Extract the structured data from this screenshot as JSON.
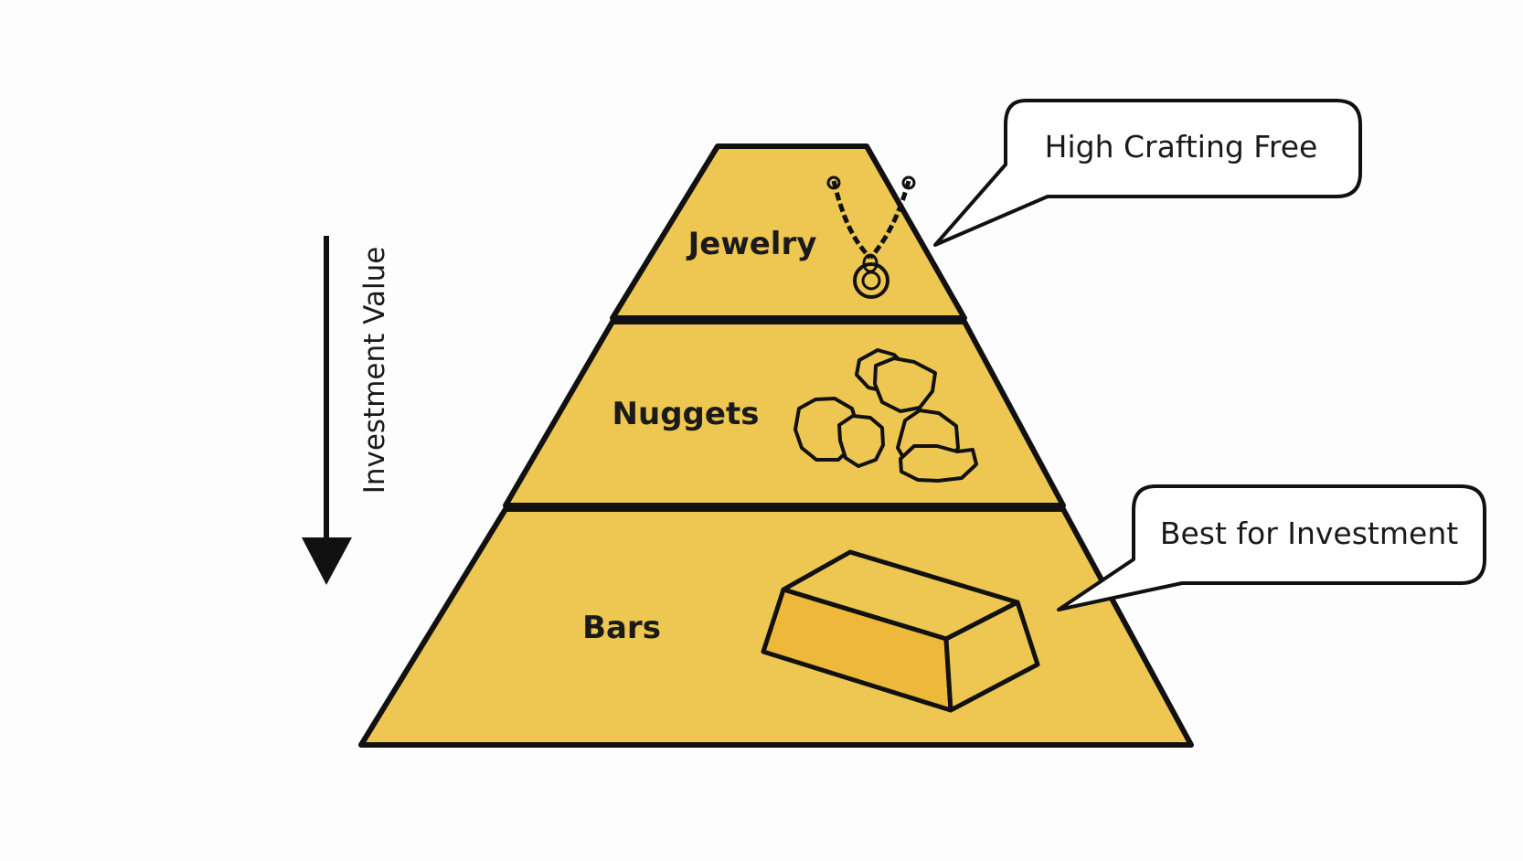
{
  "diagram": {
    "tiers": [
      {
        "label": "Jewelry",
        "icon": "necklace-icon"
      },
      {
        "label": "Nuggets",
        "icon": "nuggets-icon"
      },
      {
        "label": "Bars",
        "icon": "gold-bar-icon"
      }
    ],
    "axis_label": "Investment Value",
    "axis_direction": "down",
    "callouts": {
      "top": "High Crafting Free",
      "bottom": "Best for Investment"
    },
    "colors": {
      "gold_fill": "#EEC752",
      "bar_fill": "#EEB93A",
      "outline": "#111111",
      "callout_fill": "#FFFFFF"
    }
  }
}
